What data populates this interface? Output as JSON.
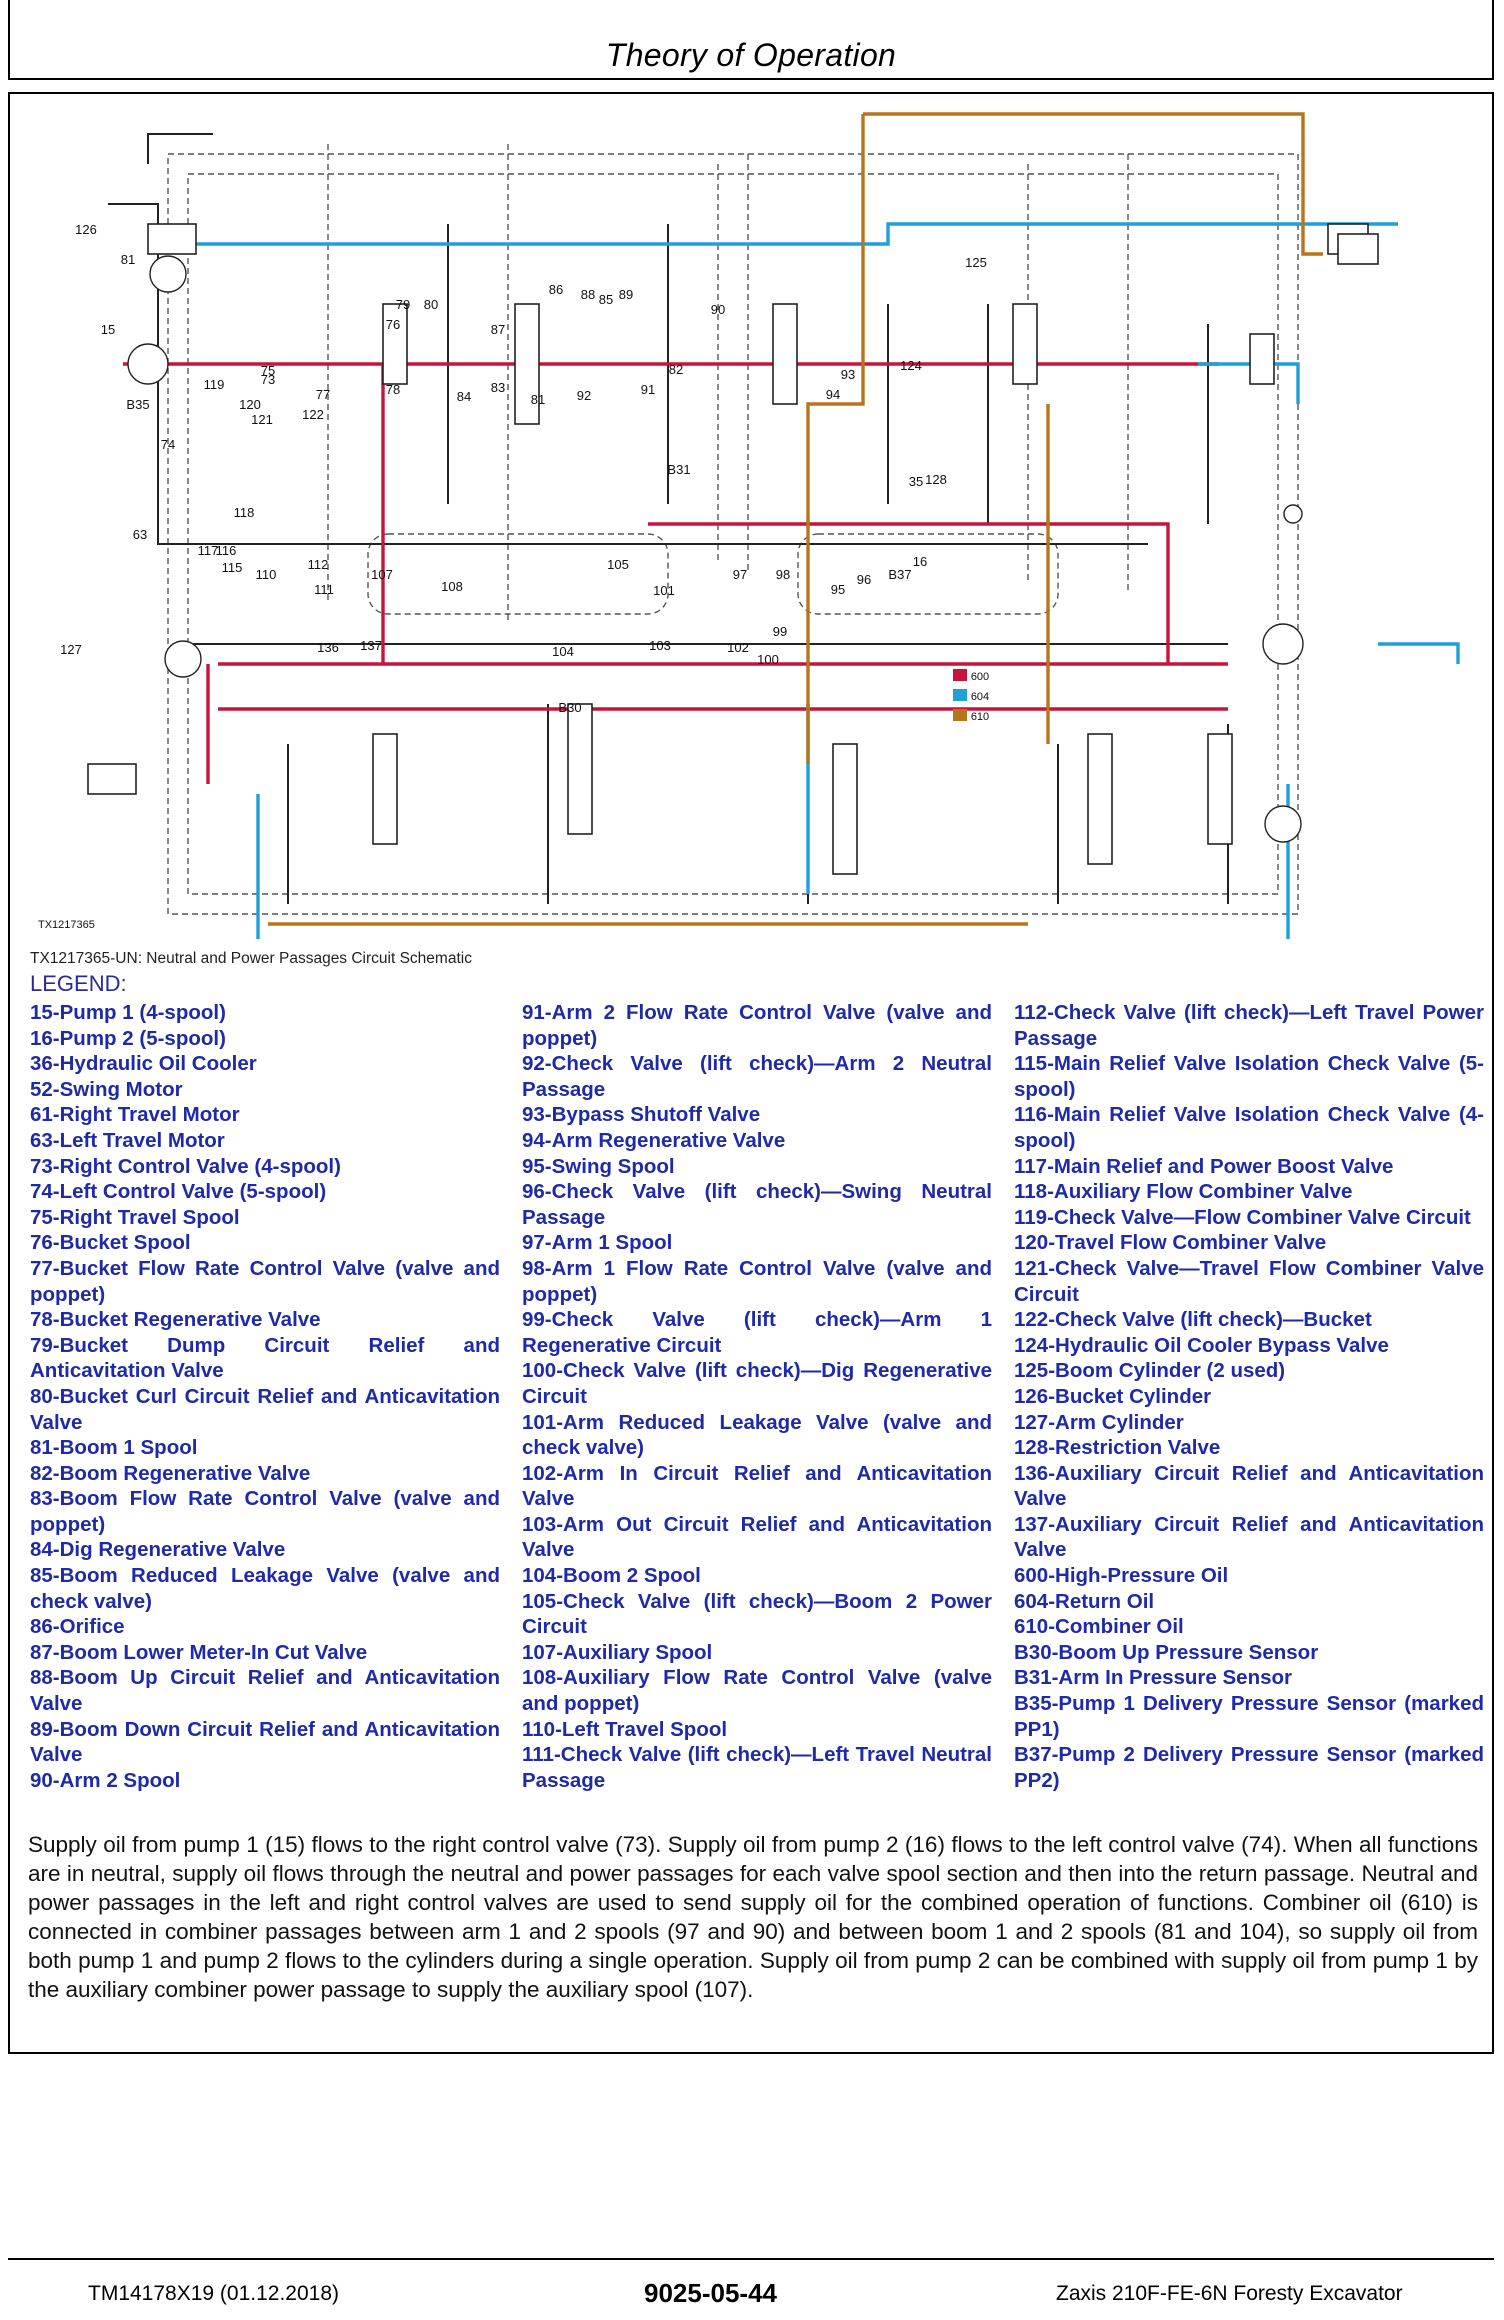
{
  "header": {
    "title": "Theory of Operation"
  },
  "figure": {
    "id_label": "TX1217365",
    "caption": "TX1217365-UN: Neutral and Power Passages Circuit Schematic",
    "callouts": [
      "126",
      "81",
      "15",
      "B35",
      "119",
      "120",
      "121",
      "122",
      "76",
      "73",
      "77",
      "78",
      "79",
      "80",
      "87",
      "86",
      "88",
      "85",
      "89",
      "82",
      "90",
      "84",
      "83",
      "81",
      "92",
      "91",
      "93",
      "94",
      "124",
      "125",
      "74",
      "B31",
      "118",
      "128",
      "35",
      "63",
      "117",
      "116",
      "115",
      "110",
      "111",
      "112",
      "107",
      "108",
      "105",
      "101",
      "104",
      "136",
      "137",
      "103",
      "102",
      "97",
      "98",
      "96",
      "99",
      "95",
      "100",
      "B30",
      "B37",
      "16",
      "127",
      "75",
      "600",
      "604",
      "610"
    ],
    "color_key": [
      {
        "code": "600",
        "color": "#c8143c"
      },
      {
        "code": "604",
        "color": "#1fa0d8"
      },
      {
        "code": "610",
        "color": "#b8741a"
      }
    ],
    "colors": {
      "high_pressure": "#c8143c",
      "return": "#1fa0d8",
      "combiner": "#b8741a"
    }
  },
  "legend": {
    "title": "LEGEND:",
    "columns": [
      [
        "15-Pump 1 (4-spool)",
        "16-Pump 2 (5-spool)",
        "36-Hydraulic Oil Cooler",
        "52-Swing Motor",
        "61-Right Travel Motor",
        "63-Left Travel Motor",
        "73-Right Control Valve (4-spool)",
        "74-Left Control Valve (5-spool)",
        "75-Right Travel Spool",
        "76-Bucket Spool",
        "77-Bucket Flow Rate Control Valve (valve and poppet)",
        "78-Bucket Regenerative Valve",
        "79-Bucket Dump Circuit Relief and Anticavitation Valve",
        "80-Bucket Curl Circuit Relief and Anticavitation Valve",
        "81-Boom 1 Spool",
        "82-Boom Regenerative Valve",
        "83-Boom Flow Rate Control Valve (valve and poppet)",
        "84-Dig Regenerative Valve",
        "85-Boom Reduced Leakage Valve (valve and check valve)",
        "86-Orifice",
        "87-Boom Lower Meter-In Cut Valve",
        "88-Boom Up Circuit Relief and Anticavitation Valve",
        "89-Boom Down Circuit Relief and Anticavitation Valve",
        "90-Arm 2 Spool"
      ],
      [
        "91-Arm 2 Flow Rate Control Valve (valve and poppet)",
        "92-Check Valve (lift check)—Arm 2 Neutral Passage",
        "93-Bypass Shutoff Valve",
        "94-Arm Regenerative Valve",
        "95-Swing Spool",
        "96-Check Valve (lift check)—Swing Neutral Passage",
        "97-Arm 1 Spool",
        "98-Arm 1 Flow Rate Control Valve (valve and poppet)",
        "99-Check Valve (lift check)—Arm 1 Regenerative Circuit",
        "100-Check Valve (lift check)—Dig Regenerative Circuit",
        "101-Arm Reduced Leakage Valve (valve and check valve)",
        "102-Arm In Circuit Relief and Anticavitation Valve",
        "103-Arm Out Circuit Relief and Anticavitation Valve",
        "104-Boom 2 Spool",
        "105-Check Valve (lift check)—Boom 2 Power Circuit",
        "107-Auxiliary Spool",
        "108-Auxiliary Flow Rate Control Valve (valve and poppet)",
        "110-Left Travel Spool",
        "111-Check Valve (lift check)—Left Travel Neutral Passage"
      ],
      [
        "112-Check Valve (lift check)—Left Travel Power Passage",
        "115-Main Relief Valve Isolation Check Valve (5-spool)",
        "116-Main Relief Valve Isolation Check Valve (4-spool)",
        "117-Main Relief and Power Boost Valve",
        "118-Auxiliary Flow Combiner Valve",
        "119-Check Valve—Flow Combiner Valve Circuit",
        "120-Travel Flow Combiner Valve",
        "121-Check Valve—Travel Flow Combiner Valve Circuit",
        "122-Check Valve (lift check)—Bucket",
        "124-Hydraulic Oil Cooler Bypass Valve",
        "125-Boom Cylinder (2 used)",
        "126-Bucket Cylinder",
        "127-Arm Cylinder",
        "128-Restriction Valve",
        "136-Auxiliary Circuit Relief and Anticavitation Valve",
        "137-Auxiliary Circuit Relief and Anticavitation Valve",
        "600-High-Pressure Oil",
        "604-Return Oil",
        "610-Combiner Oil",
        "B30-Boom Up Pressure Sensor",
        "B31-Arm In Pressure Sensor",
        "B35-Pump 1 Delivery Pressure Sensor (marked PP1)",
        "B37-Pump 2 Delivery Pressure Sensor (marked PP2)"
      ]
    ]
  },
  "body_text": "Supply oil from pump 1 (15) flows to the right control valve (73). Supply oil from pump 2 (16) flows to the left control valve (74). When all functions are in neutral, supply oil flows through the neutral and power passages for each valve spool section and then into the return passage. Neutral and power passages in the left and right control valves are used to send supply oil for the combined operation of functions. Combiner oil (610) is connected in combiner passages between arm 1 and 2 spools (97 and 90) and between boom 1 and 2 spools (81 and 104), so supply oil from both pump 1 and pump 2 flows to the cylinders during a single operation. Supply oil from pump 2 can be combined with supply oil from pump 1 by the auxiliary combiner power passage to supply the auxiliary spool (107).",
  "footer": {
    "left": "TM14178X19 (01.12.2018)",
    "center": "9025-05-44",
    "right": "Zaxis 210F-FE-6N Foresty Excavator"
  }
}
